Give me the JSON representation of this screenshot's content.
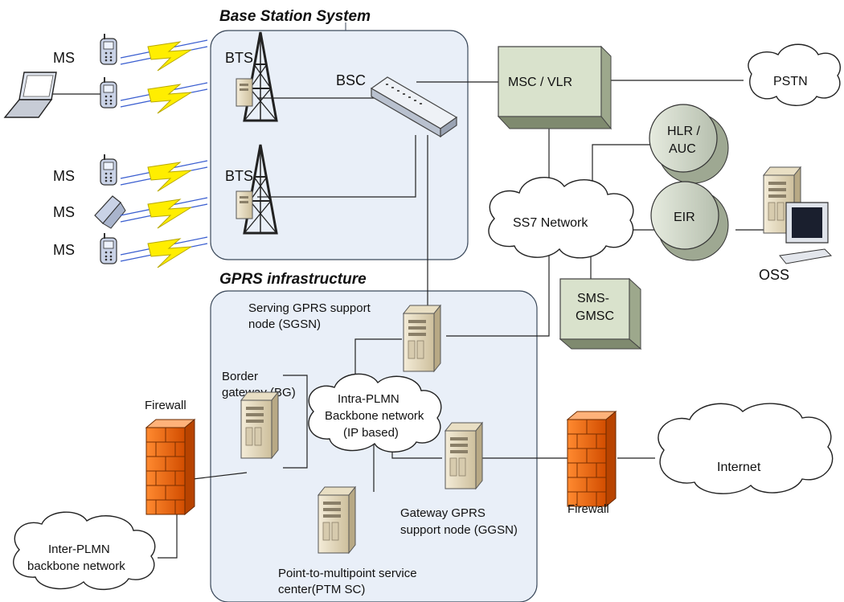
{
  "groups": {
    "bss_title": "Base Station System",
    "gprs_title": "GPRS infrastructure"
  },
  "nodes": {
    "ms": "MS",
    "bts": "BTS",
    "bsc": "BSC",
    "msc": "MSC / VLR",
    "pstn": "PSTN",
    "hlr_line1": "HLR /",
    "hlr_line2": "AUC",
    "eir": "EIR",
    "ss7": "SS7 Network",
    "oss": "OSS",
    "sms_line1": "SMS-",
    "sms_line2": "GMSC",
    "sgsn_line1": "Serving GPRS support",
    "sgsn_line2": "node (SGSN)",
    "bg_line1": "Border",
    "bg_line2": "gateway (BG)",
    "intra_line1": "Intra-PLMN",
    "intra_line2": "Backbone network",
    "intra_line3": "(IP based)",
    "firewall": "Firewall",
    "internet": "Internet",
    "ggsn_line1": "Gateway GPRS",
    "ggsn_line2": "support node (GGSN)",
    "inter_line1": "Inter-PLMN",
    "inter_line2": "backbone network",
    "ptm_line1": "Point-to-multipoint service",
    "ptm_line2": "center(PTM SC)"
  },
  "colors": {
    "group_fill": "#e9eff8",
    "group_stroke": "#3c4a5c",
    "msc_fill": "#d9e2cc",
    "firewall": "#f26a10",
    "lightning": "#ffee00",
    "radio_wave": "#3a5ed0"
  },
  "icons": {
    "mobile": "mobile-phone-icon",
    "laptop": "laptop-icon",
    "tower": "radio-tower-icon",
    "server": "server-icon",
    "switch": "network-switch-icon",
    "firewall": "firewall-icon",
    "cloud": "cloud-icon",
    "database": "database-cylinder-icon",
    "workstation": "workstation-icon"
  }
}
